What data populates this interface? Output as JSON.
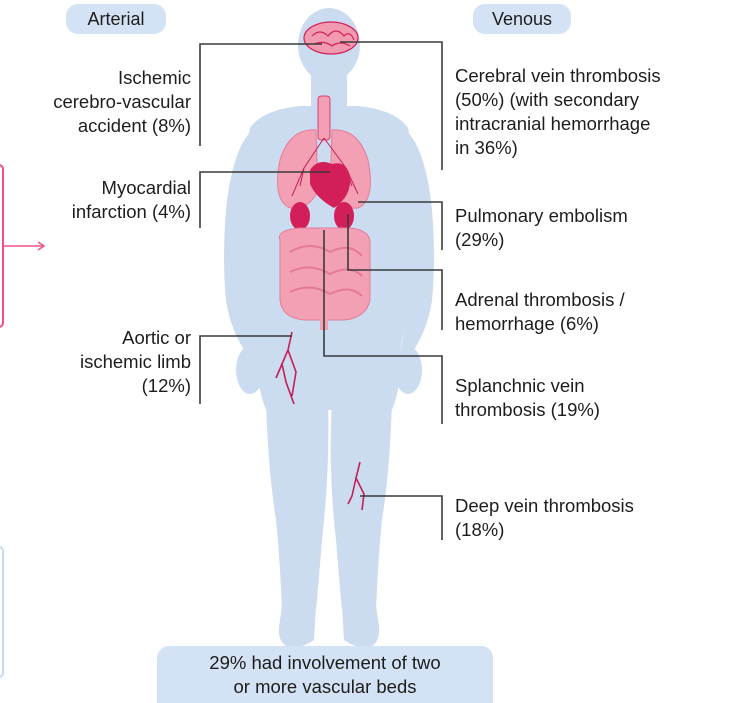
{
  "headers": {
    "arterial": "Arterial",
    "venous": "Venous"
  },
  "arterial": {
    "stroke": [
      "Ischemic",
      "cerebro-vascular",
      "accident (8%)"
    ],
    "mi": [
      "Myocardial",
      "infarction (4%)"
    ],
    "limb": [
      "Aortic or",
      "ischemic limb",
      "(12%)"
    ]
  },
  "venous": {
    "cerebral": [
      "Cerebral vein thrombosis",
      "(50%) (with secondary",
      "intracranial hemorrhage",
      "in 36%)"
    ],
    "pe": [
      "Pulmonary embolism",
      "(29%)"
    ],
    "adrenal": [
      "Adrenal thrombosis /",
      "hemorrhage (6%)"
    ],
    "splanchnic": [
      "Splanchnic vein",
      "thrombosis (19%)"
    ],
    "dvt": [
      "Deep vein thrombosis",
      "(18%)"
    ]
  },
  "footer": [
    "29% had involvement of two",
    "or more vascular beds"
  ],
  "colors": {
    "body_silhouette": "#ccdcf0",
    "organ": "#f4a0b4",
    "organ_dark": "#d21f5a",
    "vessel": "#c41e56",
    "leader_line": "#3a3a3a",
    "pill_bg": "#d4e2f5",
    "edge_pink": "#f0508a"
  }
}
